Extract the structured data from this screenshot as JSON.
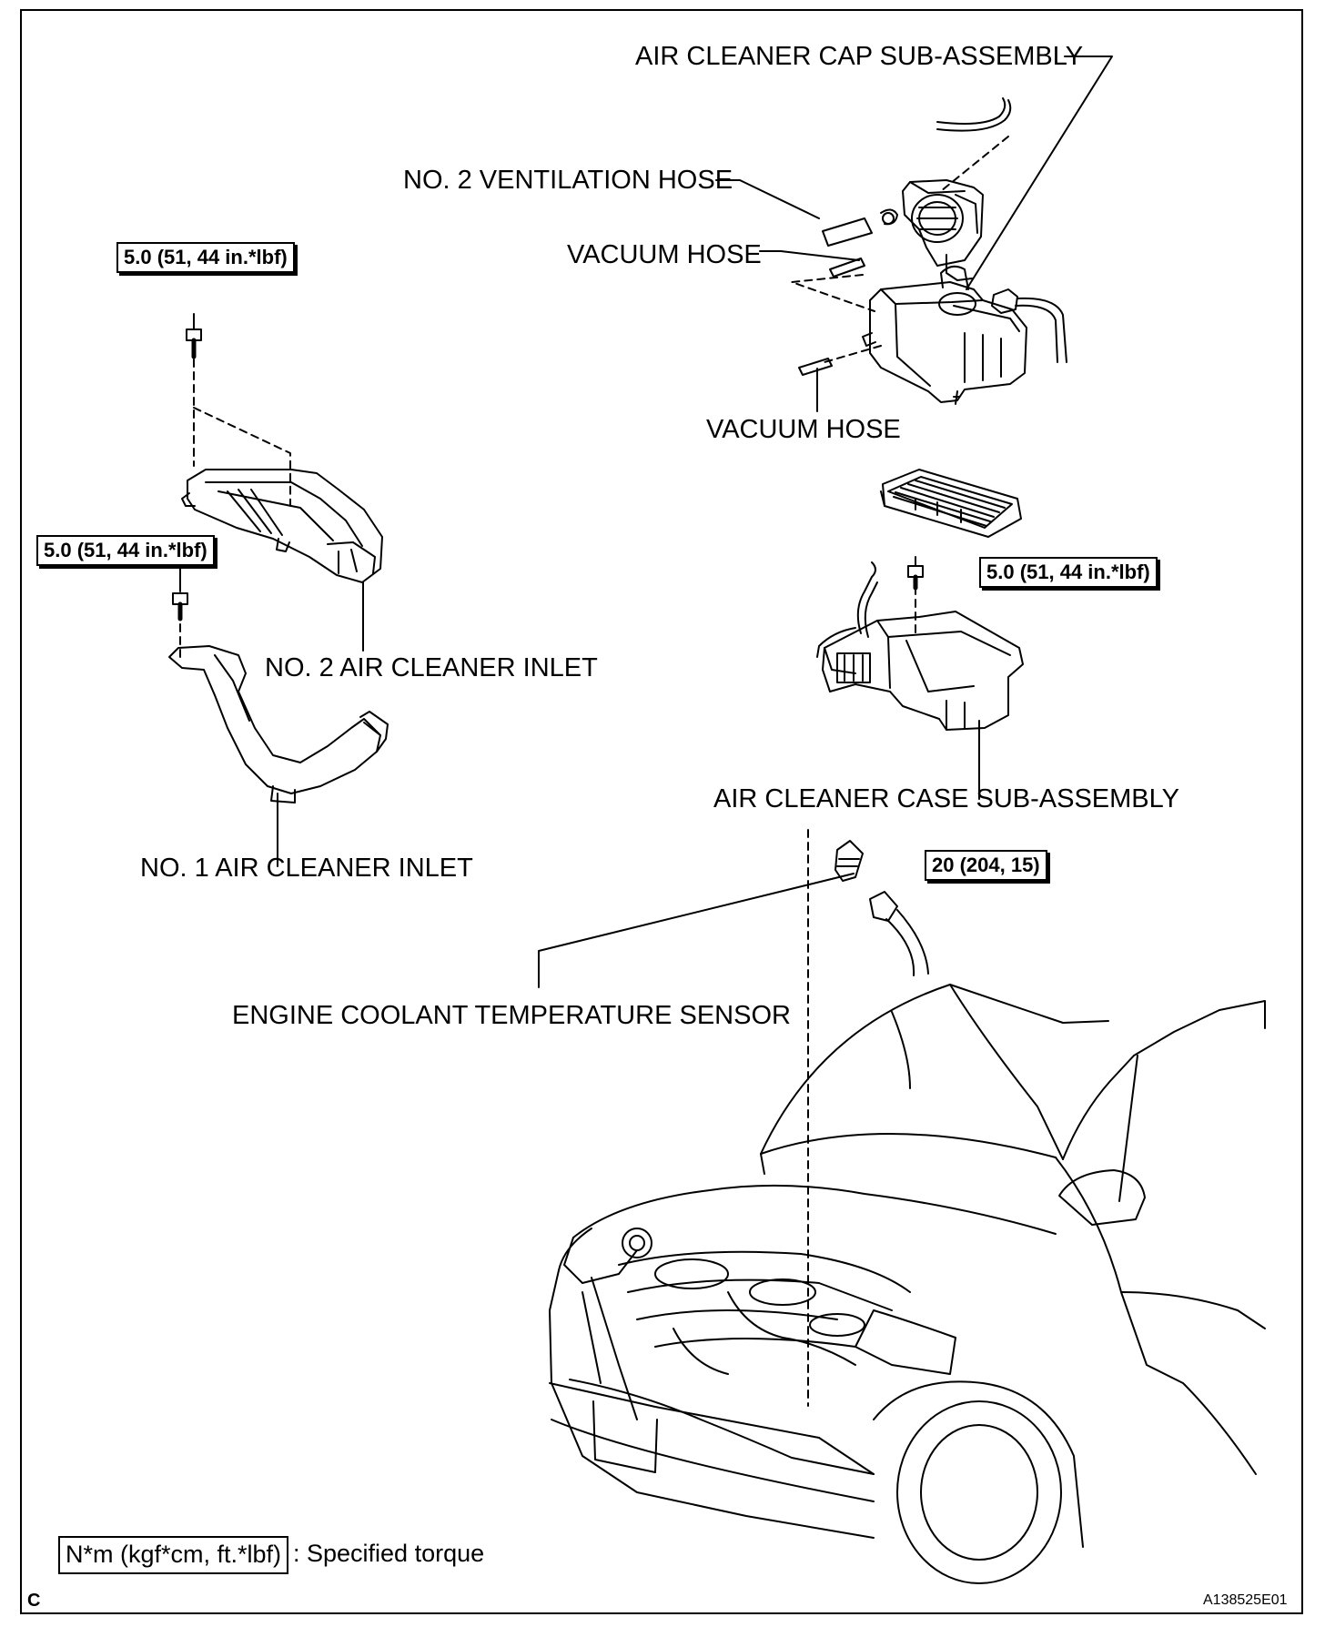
{
  "labels": {
    "cap": "AIR CLEANER CAP SUB-ASSEMBLY",
    "vent_hose": "NO. 2 VENTILATION HOSE",
    "vacuum_hose_1": "VACUUM HOSE",
    "vacuum_hose_2": "VACUUM HOSE",
    "no2_inlet": "NO. 2 AIR CLEANER INLET",
    "no1_inlet": "NO. 1 AIR CLEANER INLET",
    "case": "AIR CLEANER CASE SUB-ASSEMBLY",
    "ect_sensor": "ENGINE COOLANT TEMPERATURE SENSOR"
  },
  "torques": {
    "no2_inlet_bolt": "5.0 (51, 44 in.*lbf)",
    "no1_inlet_bolt": "5.0 (51, 44 in.*lbf)",
    "case_bolt": "5.0 (51, 44 in.*lbf)",
    "ect_sensor": "20 (204, 15)"
  },
  "legend": {
    "unit_box": "N*m (kgf*cm, ft.*lbf)",
    "meaning": ": Specified torque"
  },
  "footer": {
    "corner_letter": "C",
    "figure_id": "A138525E01"
  },
  "icons": [
    "bolt-icon",
    "hose-icon",
    "air-filter-icon",
    "sensor-icon",
    "vehicle-icon"
  ]
}
